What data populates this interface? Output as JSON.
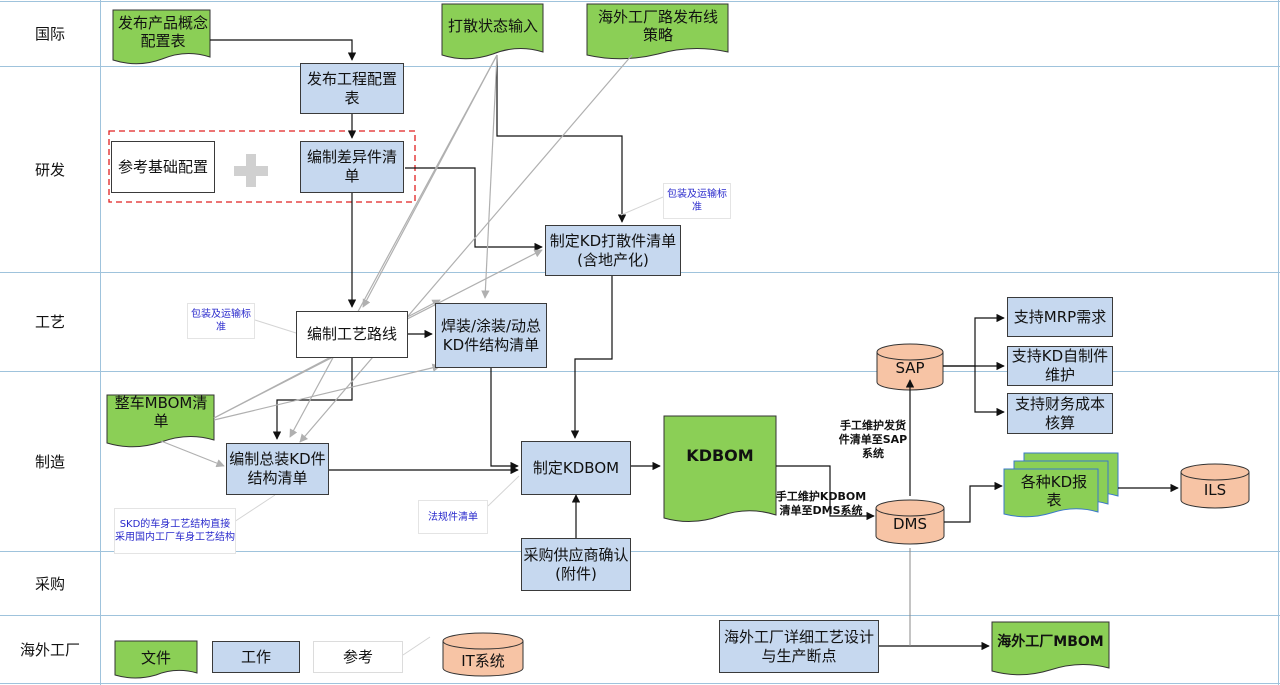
{
  "lanes": [
    "国际",
    "研发",
    "工艺",
    "制造",
    "采购",
    "海外工厂"
  ],
  "nodes": {
    "publish_concept": "发布产品概念配置表",
    "scatter_input": "打散状态输入",
    "overseas_routing": "海外工厂路发布线策略",
    "publish_eng_config": "发布工程配置表",
    "ref_base_config": "参考基础配置",
    "edit_diff_list": "编制差异件清单",
    "kd_scatter_list": "制定KD打散件清单(含地产化)",
    "edit_routing": "编制工艺路线",
    "weld_paint_kd": "焊装/涂装/动总KD件结构清单",
    "vehicle_mbom": "整车MBOM清单",
    "assembly_kd": "编制总装KD件结构清单",
    "make_kdbom": "制定KDBOM",
    "kdbom": "KDBOM",
    "supplier_confirm": "采购供应商确认(附件)",
    "sap": "SAP",
    "dms": "DMS",
    "ils": "ILS",
    "mrp": "支持MRP需求",
    "kd_self": "支持KD自制件维护",
    "finance": "支持财务成本核算",
    "kd_reports": "各种KD报表",
    "overseas_design": "海外工厂详细工艺设计与生产断点",
    "overseas_mbom": "海外工厂MBOM"
  },
  "notes": {
    "pack_std_1": "包装及运输标准",
    "pack_std_2": "包装及运输标准",
    "skd_note": "SKD的车身工艺结构直接采用国内工厂车身工艺结构",
    "regulation": "法规件清单"
  },
  "flow_labels": {
    "to_dms": "手工维护KDBOM清单至DMS系统",
    "to_sap": "手工维护发货件清单至SAP系统"
  },
  "legend": {
    "document": "文件",
    "work": "工作",
    "reference": "参考",
    "it_system": "IT系统"
  },
  "colors": {
    "document_fill": "#8bcf56",
    "work_fill": "#c6d8ef",
    "it_fill": "#f7c4a5",
    "lane_border": "#9fc3dc",
    "dash_border": "#e02020"
  }
}
